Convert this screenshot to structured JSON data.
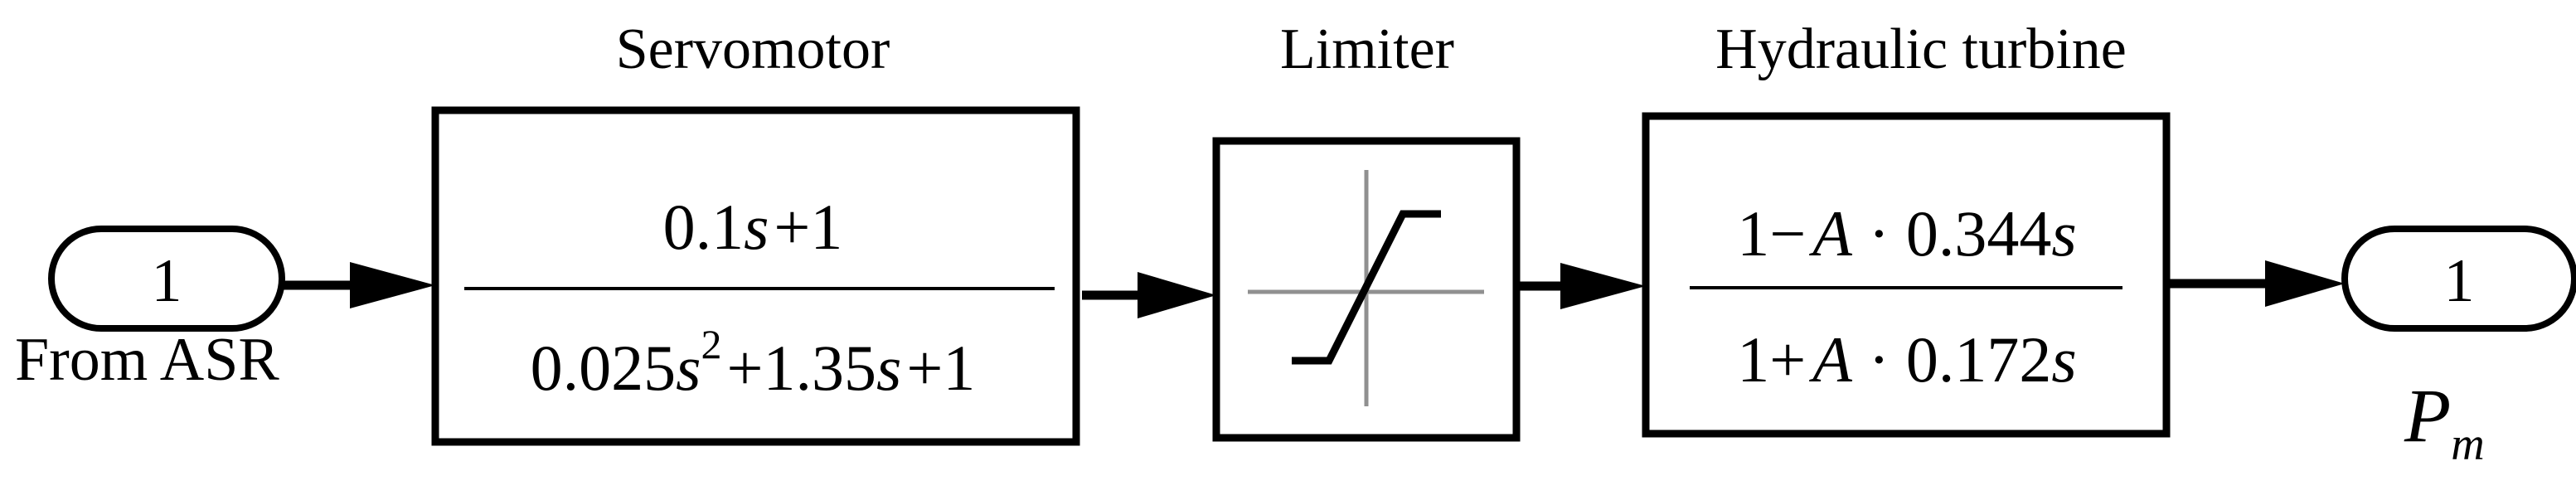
{
  "blocks": {
    "input": {
      "port_number": "1",
      "label": "From ASR"
    },
    "servomotor": {
      "title": "Servomotor",
      "numerator": {
        "a": "0.1",
        "s": "s",
        "rest": "+1"
      },
      "denominator": {
        "a": "0.025",
        "s1": "s",
        "exp": "2",
        "b": "+1.35",
        "s2": "s",
        "c": "+1"
      }
    },
    "limiter": {
      "title": "Limiter"
    },
    "turbine": {
      "title": "Hydraulic turbine",
      "numerator": {
        "a": "1−",
        "A": "A",
        "dot_coef": " · 0.344",
        "s": "s"
      },
      "denominator": {
        "a": "1+",
        "A": "A",
        "dot_coef": " · 0.172",
        "s": "s"
      }
    },
    "output": {
      "port_number": "1",
      "label_main": "P",
      "label_sub": "m"
    }
  }
}
